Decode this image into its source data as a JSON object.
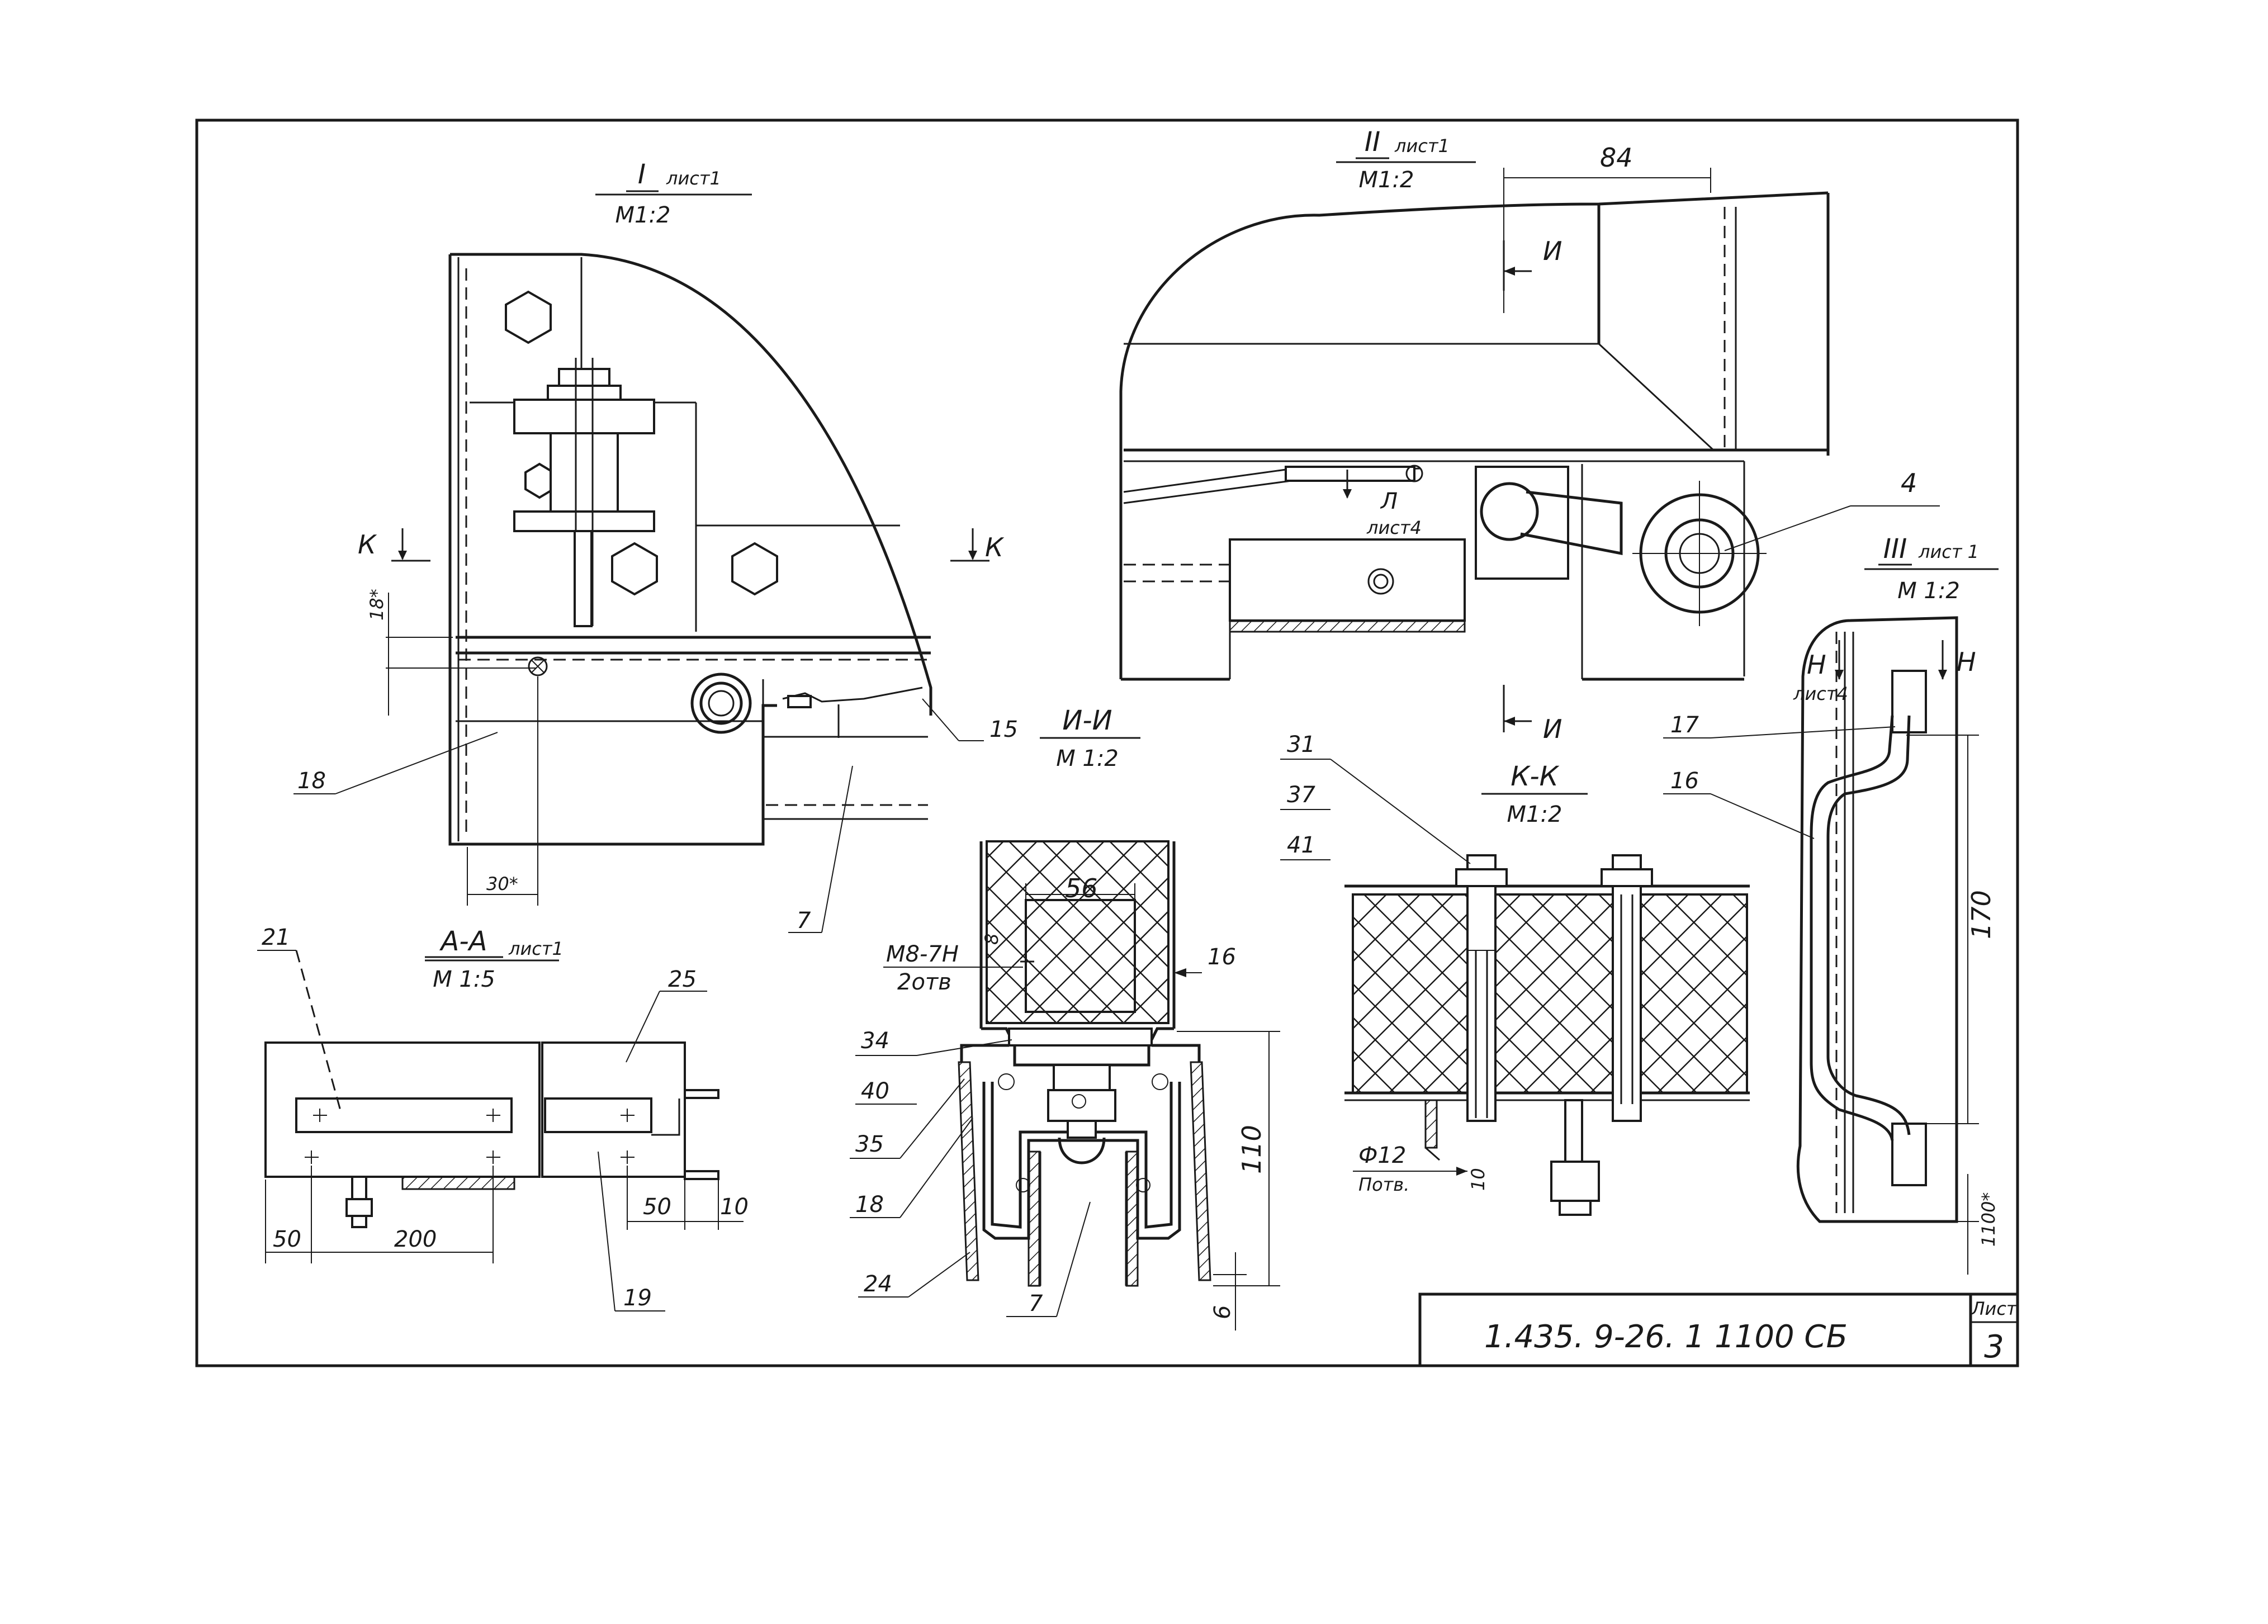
{
  "views": {
    "view1": {
      "title": "I",
      "sheet_ref": "лист1",
      "scale": "М1:2"
    },
    "view2": {
      "title": "II",
      "sheet_ref": "лист1",
      "scale": "М1:2"
    },
    "view3": {
      "title": "III",
      "sheet_ref": "лист 1",
      "scale": "М 1:2"
    },
    "aa": {
      "title": "А-А",
      "sheet_ref": "лист1",
      "scale": "М 1:5"
    },
    "ii": {
      "title": "И-И",
      "scale": "М 1:2"
    },
    "kk": {
      "title": "К-К",
      "scale": "М1:2"
    }
  },
  "cut_marks": {
    "k_left": "К",
    "k_right": "К",
    "i_top": "И",
    "i_bottom": "И",
    "h_left": "Н",
    "h_right": "Н",
    "h_sheet": "лист4",
    "l_mark": "Л",
    "l_sheet": "лист4"
  },
  "dimensions": {
    "d84": "84",
    "d18": "18*",
    "d30": "30*",
    "d56": "56",
    "d110": "110",
    "d6": "6",
    "d50a": "50",
    "d200": "200",
    "d50b": "50",
    "d10": "10",
    "d170": "170",
    "d1100": "1100*",
    "d_s": "8",
    "d10b": "10"
  },
  "callouts": {
    "c4": "4",
    "c7a": "7",
    "c7b": "7",
    "c15": "15",
    "c16a": "16",
    "c16b": "16",
    "c17": "17",
    "c18a": "18",
    "c18b": "18",
    "c19": "19",
    "c21": "21",
    "c24": "24",
    "c25": "25",
    "c31": "31",
    "c34": "34",
    "c35": "35",
    "c37": "37",
    "c40": "40",
    "c41": "41"
  },
  "notes": {
    "bolt": "М8-7Н",
    "bolt_qty": "2отв",
    "hole": "Ф12",
    "hole_qty": "Потв."
  },
  "title_block": {
    "designation": "1.435. 9-26. 1 1100 СБ",
    "sheet_label": "Лист",
    "sheet_no": "3"
  }
}
